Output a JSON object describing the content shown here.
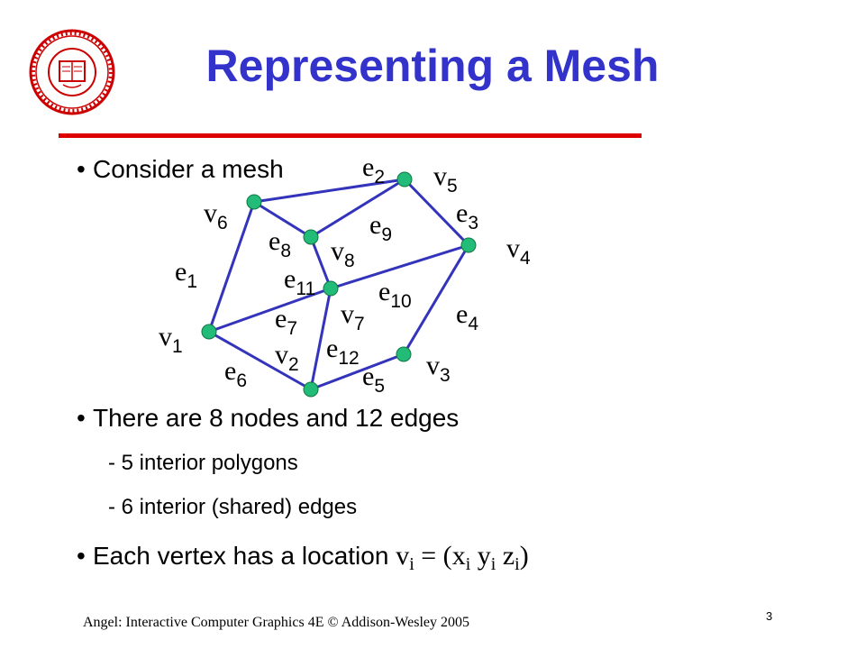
{
  "slide": {
    "title": "Representing a Mesh",
    "bullet_1": "Consider a mesh",
    "bullet_2": "There are 8 nodes and 12 edges",
    "sub_1": "- 5 interior polygons",
    "sub_2": "- 6 interior (shared) edges",
    "bullet_3_prefix": "Each vertex has a location ",
    "footer": "Angel: Interactive Computer Graphics 4E © Addison-Wesley 2005",
    "page_number": "3"
  },
  "formula": {
    "v": "v",
    "i": "i",
    "eq": " = (",
    "x": "x",
    "y": "y",
    "z": "z",
    "close": ")"
  },
  "logo": {
    "icon": "university-seal-icon",
    "color": "#cc0000"
  },
  "mesh": {
    "vertex_color": "#22bb77",
    "edge_color": "#3333bb",
    "vertex_labels": [
      {
        "base": "v",
        "sub": "1"
      },
      {
        "base": "v",
        "sub": "2"
      },
      {
        "base": "v",
        "sub": "3"
      },
      {
        "base": "v",
        "sub": "4"
      },
      {
        "base": "v",
        "sub": "5"
      },
      {
        "base": "v",
        "sub": "6"
      },
      {
        "base": "v",
        "sub": "7"
      },
      {
        "base": "v",
        "sub": "8"
      }
    ],
    "edge_labels": [
      {
        "base": "e",
        "sub": "1"
      },
      {
        "base": "e",
        "sub": "2"
      },
      {
        "base": "e",
        "sub": "3"
      },
      {
        "base": "e",
        "sub": "4"
      },
      {
        "base": "e",
        "sub": "5"
      },
      {
        "base": "e",
        "sub": "6"
      },
      {
        "base": "e",
        "sub": "7"
      },
      {
        "base": "e",
        "sub": "8"
      },
      {
        "base": "e",
        "sub": "9"
      },
      {
        "base": "e",
        "sub": "10"
      },
      {
        "base": "e",
        "sub": "11"
      },
      {
        "base": "e",
        "sub": "12"
      }
    ]
  }
}
